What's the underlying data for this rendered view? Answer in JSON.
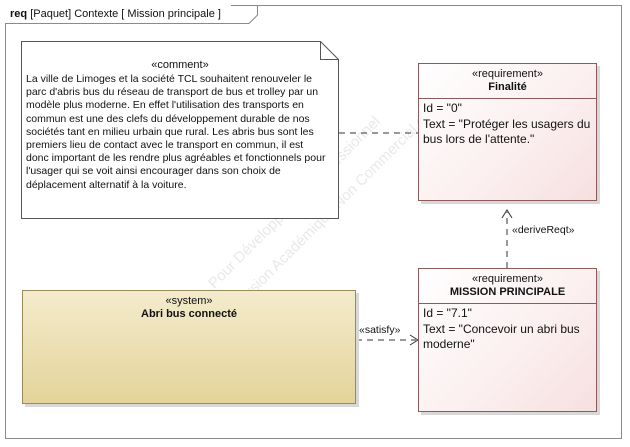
{
  "diagram": {
    "frame_label_kind": "req",
    "frame_label_rest": "[Paquet] Contexte [ Mission principale ]"
  },
  "comment": {
    "stereotype": "«comment»",
    "text": "La ville de Limoges et la société TCL souhaitent renouveler le parc d'abris bus du réseau de transport de bus et trolley par un modèle plus moderne. En effet l'utilisation des transports en commun est une des clefs du développement durable de nos sociétés tant en milieu urbain que rural. Les abris bus sont les premiers lieu de contact avec le transport en commun, il est donc important de les rendre plus agréables et fonctionnels pour l'usager qui se voit ainsi encourager dans son choix de déplacement alternatif à la voiture."
  },
  "requirements": [
    {
      "stereotype": "«requirement»",
      "name": "Finalité",
      "id_line": "Id = \"0\"",
      "text_line": "Text = \"Protéger les usagers du bus lors de l'attente.\""
    },
    {
      "stereotype": "«requirement»",
      "name": "MISSION PRINCIPALE",
      "id_line": "Id = \"7.1\"",
      "text_line": "Text = \"Concevoir un abri bus moderne\""
    }
  ],
  "system": {
    "stereotype": "«system»",
    "name": "Abri bus connecté"
  },
  "relations": {
    "derive": "«deriveReqt»",
    "satisfy": "«satisfy»"
  },
  "watermark": [
    "Version Académique Non Commercial est soumise",
    "Pour Développement Professionnel"
  ],
  "colors": {
    "requirement_border": "#8e5959",
    "requirement_fill": "#fbeeee",
    "system_fill": "#e4d49a",
    "frame_border": "#8a8a8a"
  }
}
